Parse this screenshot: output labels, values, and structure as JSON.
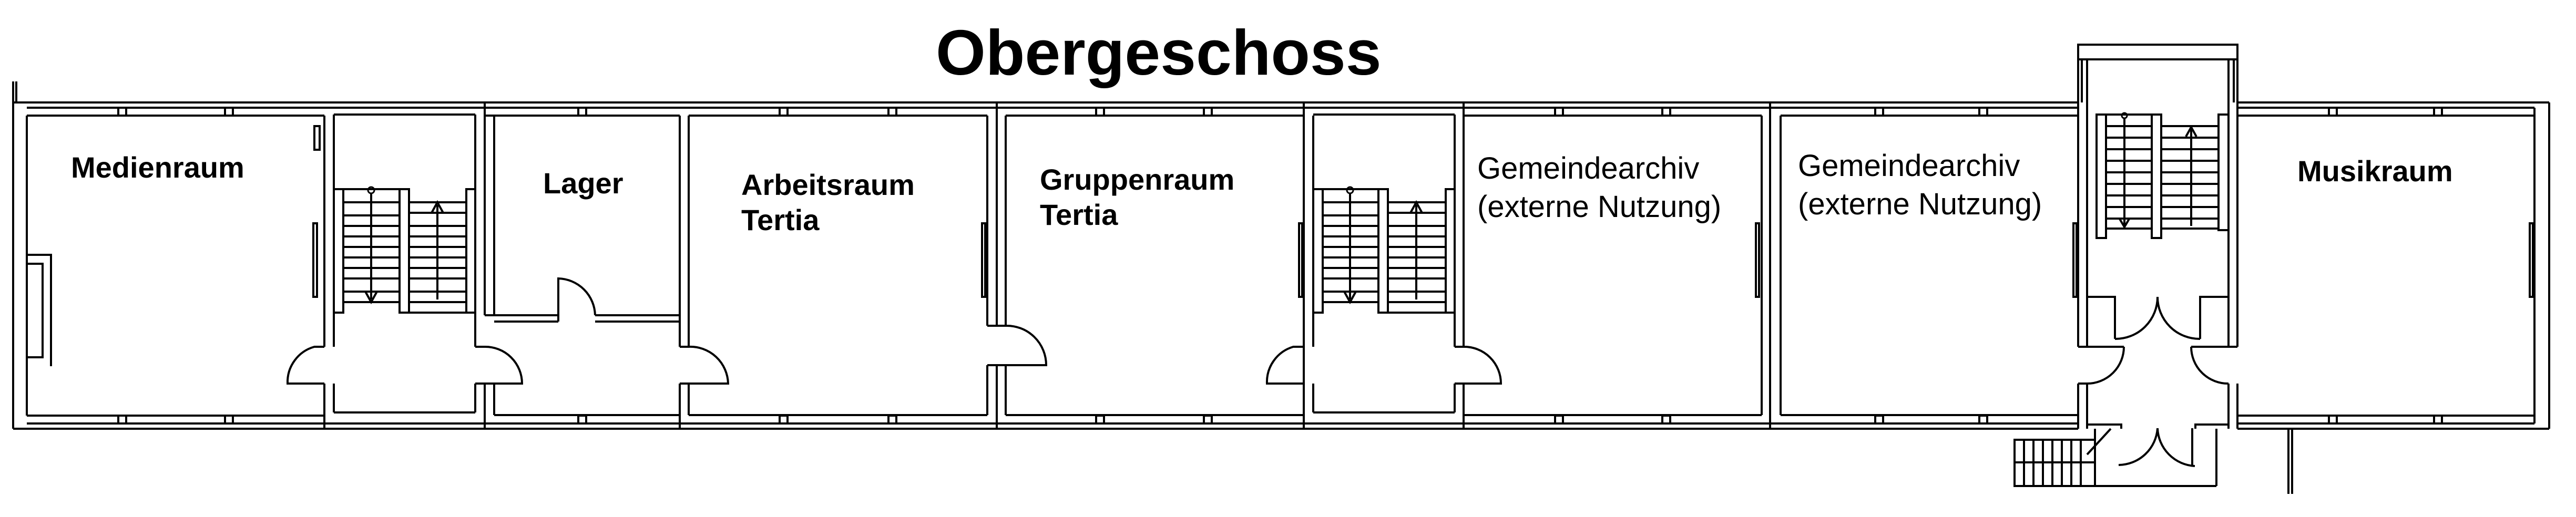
{
  "title": "Obergeschoss",
  "rooms": [
    {
      "id": "medienraum",
      "lines": [
        "Medienraum"
      ],
      "style": "bold"
    },
    {
      "id": "lager",
      "lines": [
        "Lager"
      ],
      "style": "bold"
    },
    {
      "id": "arbeitsraum",
      "lines": [
        "Arbeitsraum",
        "Tertia"
      ],
      "style": "bold"
    },
    {
      "id": "gruppenraum",
      "lines": [
        "Gruppenraum",
        "Tertia"
      ],
      "style": "bold"
    },
    {
      "id": "gemeindearchiv-1",
      "lines": [
        "Gemeindearchiv",
        "(externe Nutzung)"
      ],
      "style": "normal"
    },
    {
      "id": "gemeindearchiv-2",
      "lines": [
        "Gemeindearchiv",
        "(externe Nutzung)"
      ],
      "style": "normal"
    },
    {
      "id": "musikraum",
      "lines": [
        "Musikraum"
      ],
      "style": "bold"
    }
  ],
  "stairwells": 3,
  "colors": {
    "line": "#000000",
    "background": "#ffffff"
  }
}
